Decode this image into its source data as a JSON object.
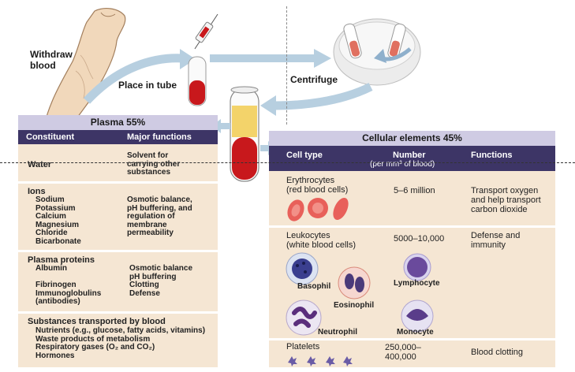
{
  "procedure": {
    "withdraw": "Withdraw\nblood",
    "place_in_tube": "Place in tube",
    "centrifuge": "Centrifuge"
  },
  "plasma": {
    "title": "Plasma 55%",
    "col_constituent": "Constituent",
    "col_functions": "Major functions",
    "water": {
      "name": "Water",
      "fn": "Solvent for\ncarrying other\nsubstances"
    },
    "ions": {
      "name": "Ions",
      "items": "Sodium\nPotassium\nCalcium\nMagnesium\nChloride\nBicarbonate",
      "fn": "Osmotic balance,\npH buffering, and\nregulation of\nmembrane\npermeability"
    },
    "proteins": {
      "name": "Plasma proteins",
      "items": "Albumin\n\nFibrinogen\nImmunoglobulins\n(antibodies)",
      "fn": "Osmotic balance\npH buffering\nClotting\nDefense"
    },
    "transported": {
      "name": "Substances transported by blood",
      "items": "Nutrients (e.g., glucose, fatty acids, vitamins)\nWaste products of metabolism\nRespiratory gases (O₂ and CO₂)\nHormones"
    }
  },
  "cellular": {
    "title": "Cellular elements 45%",
    "col_type": "Cell type",
    "col_number": "Number",
    "col_number_sub": "(per mm³ of blood)",
    "col_functions": "Functions",
    "erythrocytes": {
      "name": "Erythrocytes\n(red blood cells)",
      "number": "5–6 million",
      "fn": "Transport oxygen\nand help transport\ncarbon dioxide"
    },
    "leukocytes": {
      "name": "Leukocytes\n(white blood cells)",
      "number": "5000–10,000",
      "fn": "Defense and\nimmunity",
      "basophil": "Basophil",
      "eosinophil": "Eosinophil",
      "neutrophil": "Neutrophil",
      "lymphocyte": "Lymphocyte",
      "monocyte": "Monocyte"
    },
    "platelets": {
      "name": "Platelets",
      "number": "250,000–\n400,000",
      "fn": "Blood clotting"
    }
  },
  "colors": {
    "panel": "#f5e6d3",
    "header": "#cfcbe3",
    "subheader": "#3d3566",
    "plasma": "#f3d36a",
    "blood": "#c8181c",
    "arrow": "#b7cfe0"
  }
}
